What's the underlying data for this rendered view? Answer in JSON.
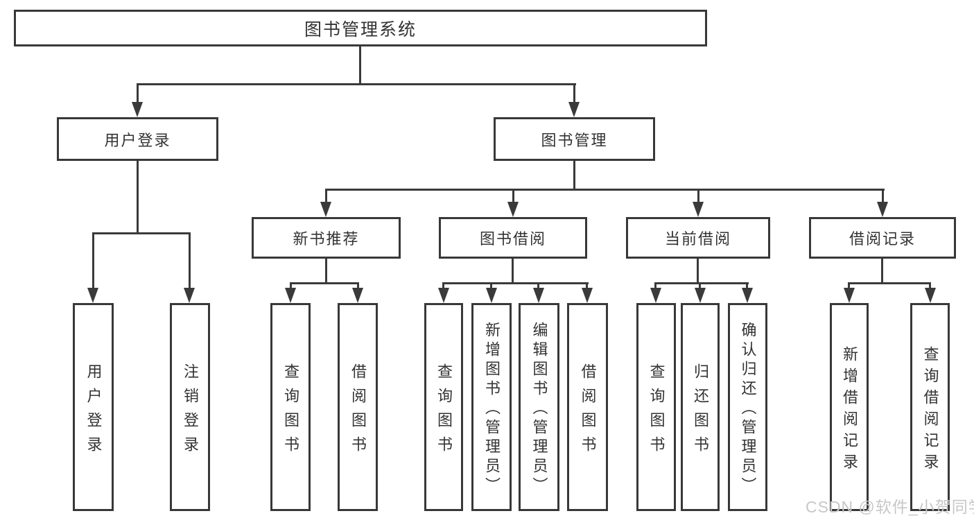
{
  "tree": {
    "root": "图书管理系统",
    "branches": [
      {
        "label": "用户登录",
        "children": [
          "用户登录",
          "注销登录"
        ]
      },
      {
        "label": "图书管理",
        "groups": [
          {
            "label": "新书推荐",
            "children": [
              "查询图书",
              "借阅图书"
            ]
          },
          {
            "label": "图书借阅",
            "children": [
              "查询图书",
              "新增图书（管理员）",
              "编辑图书（管理员）",
              "借阅图书"
            ]
          },
          {
            "label": "当前借阅",
            "children": [
              "查询图书",
              "归还图书",
              "确认归还（管理员）"
            ]
          },
          {
            "label": "借阅记录",
            "children": [
              "新增借阅记录",
              "查询借阅记录"
            ]
          }
        ]
      }
    ]
  },
  "watermark": {
    "text": "CSDN @软件_小贺同学"
  },
  "colors": {
    "line": "#3a3a3a",
    "text": "#333333",
    "watermark": "#c7c7c7",
    "background": "#ffffff"
  }
}
